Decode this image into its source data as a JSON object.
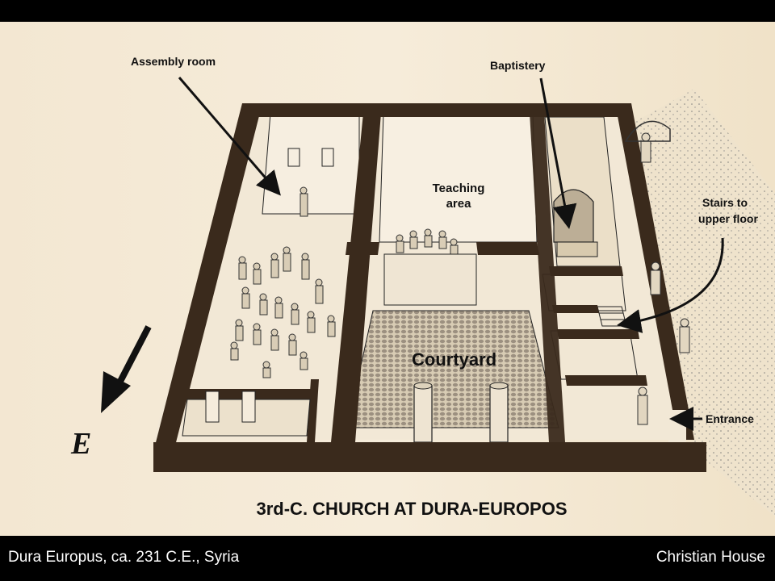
{
  "labels": {
    "assembly_room": "Assembly room",
    "baptistery": "Baptistery",
    "teaching_area_line1": "Teaching",
    "teaching_area_line2": "area",
    "stairs_line1": "Stairs to",
    "stairs_line2": "upper floor",
    "courtyard": "Courtyard",
    "entrance": "Entrance",
    "compass_letter": "E"
  },
  "plan_title": "3rd-C. CHURCH AT DURA-EUROPOS",
  "caption": {
    "left": "Dura Europus, ca. 231 C.E., Syria",
    "right": "Christian House"
  }
}
